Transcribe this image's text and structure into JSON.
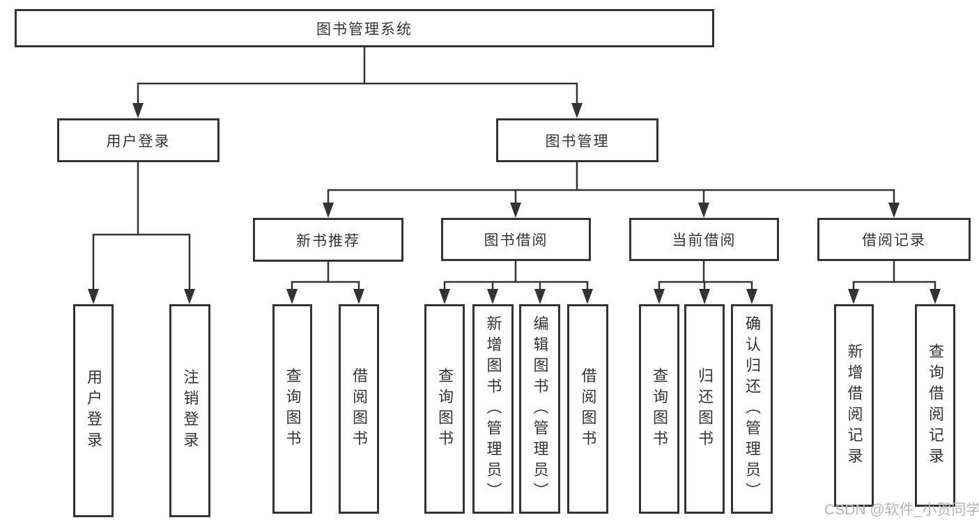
{
  "tree": {
    "root": {
      "label": "图书管理系统",
      "children": [
        {
          "label": "用户登录",
          "children": [
            {
              "label": "用户登录"
            },
            {
              "label": "注销登录"
            }
          ]
        },
        {
          "label": "图书管理",
          "children": [
            {
              "label": "新书推荐",
              "children": [
                {
                  "label": "查询图书"
                },
                {
                  "label": "借阅图书"
                }
              ]
            },
            {
              "label": "图书借阅",
              "children": [
                {
                  "label": "查询图书"
                },
                {
                  "label": "新增图书（管理员）"
                },
                {
                  "label": "编辑图书（管理员）"
                },
                {
                  "label": "借阅图书"
                }
              ]
            },
            {
              "label": "当前借阅",
              "children": [
                {
                  "label": "查询图书"
                },
                {
                  "label": "归还图书"
                },
                {
                  "label": "确认归还（管理员）"
                }
              ]
            },
            {
              "label": "借阅记录",
              "children": [
                {
                  "label": "新增借阅记录"
                },
                {
                  "label": "查询借阅记录"
                }
              ]
            }
          ]
        }
      ]
    }
  },
  "watermark": {
    "text": "CSDN @软件_小贺同学"
  },
  "colors": {
    "line": "#333333",
    "box_border": "#333333",
    "text": "#333333",
    "watermark": "#b5b5b5",
    "background": "#ffffff"
  }
}
